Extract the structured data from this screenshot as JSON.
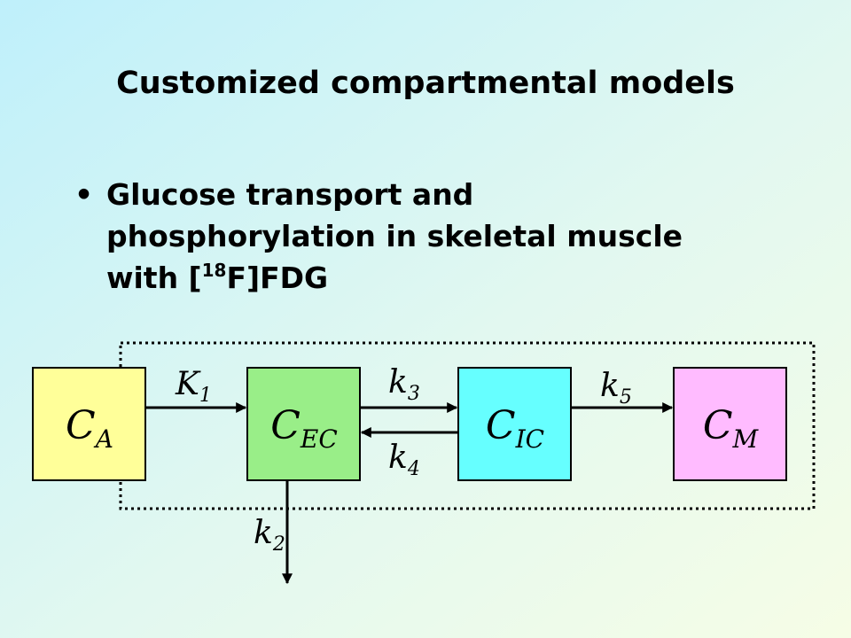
{
  "title": "Customized compartmental models",
  "bullet": {
    "line1": "Glucose transport and",
    "line2": "phosphorylation in skeletal muscle",
    "line3_prefix": "with [",
    "line3_superscript": "18",
    "line3_suffix": "F]FDG"
  },
  "compartments": [
    {
      "id": "CA",
      "symbol": "C",
      "subscript": "A",
      "color": "#ffff99"
    },
    {
      "id": "CEC",
      "symbol": "C",
      "subscript": "EC",
      "color": "#99ee88"
    },
    {
      "id": "CIC",
      "symbol": "C",
      "subscript": "IC",
      "color": "#66ffff"
    },
    {
      "id": "CM",
      "symbol": "C",
      "subscript": "M",
      "color": "#ffbbff"
    }
  ],
  "rate_constants": [
    {
      "id": "K1",
      "symbol": "K",
      "subscript": "1"
    },
    {
      "id": "k3",
      "symbol": "k",
      "subscript": "3"
    },
    {
      "id": "k4",
      "symbol": "k",
      "subscript": "4"
    },
    {
      "id": "k5",
      "symbol": "k",
      "subscript": "5"
    },
    {
      "id": "k2",
      "symbol": "k",
      "subscript": "2"
    }
  ]
}
